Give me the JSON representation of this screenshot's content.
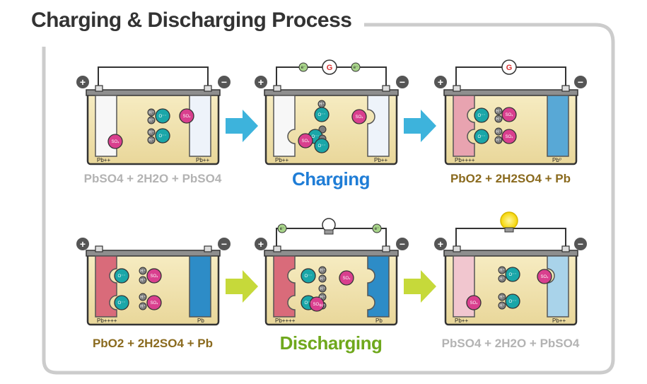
{
  "title": "Charging & Discharging Process",
  "labels": {
    "plus": "+",
    "minus": "−",
    "pb_plus2": "Pb++",
    "pb_plus4": "Pb++++",
    "pb_plain": "Pb",
    "pb_sup0": "Pb⁰",
    "g": "G",
    "e_minus": "e⁻",
    "h_plus": "H⁺",
    "o_2minus": "O⁻⁻",
    "so4": "SO₄"
  },
  "row1": {
    "eq1": "PbSO4 + 2H2O + PbSO4",
    "process": "Charging",
    "eq3": "PbO2 + 2H2SO4 + Pb"
  },
  "row2": {
    "eq1": "PbO2 + 2H2SO4 + Pb",
    "process": "Discharging",
    "eq3": "PbSO4 + 2H2O + PbSO4"
  },
  "colors": {
    "electrolyte": "#f3e7b2",
    "pink_ion": "#d93f8e",
    "teal_ion": "#1aa6a8",
    "grey_ion": "#7d7d7d",
    "pbo2_plate": "#d96b7a",
    "pb_plate": "#2d8cc7",
    "arrow_blue": "#3db3dc",
    "arrow_green": "#c6d93a"
  }
}
